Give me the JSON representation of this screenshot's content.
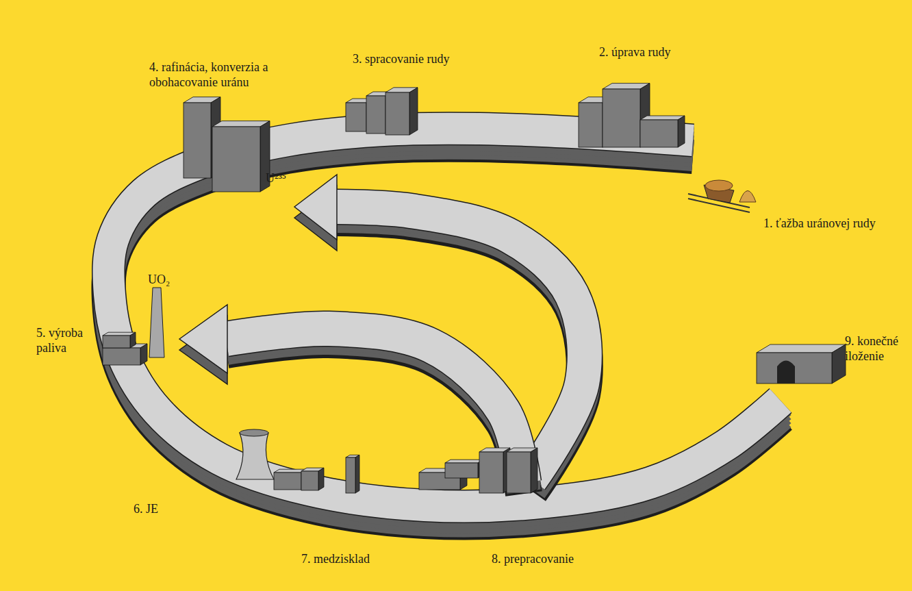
{
  "diagram": {
    "labels": [
      "1. ťažba uránovej rudy",
      "2. úprava rudy",
      "3. spracovanie rudy",
      "4. rafinácia, konverzia a obohacovanie uránu",
      "U²³⁵",
      "UO₂",
      "5. výroba paliva",
      "6. JE",
      "7. medzisklad",
      "8. prepracovanie",
      "9. konečné iloženie"
    ]
  }
}
